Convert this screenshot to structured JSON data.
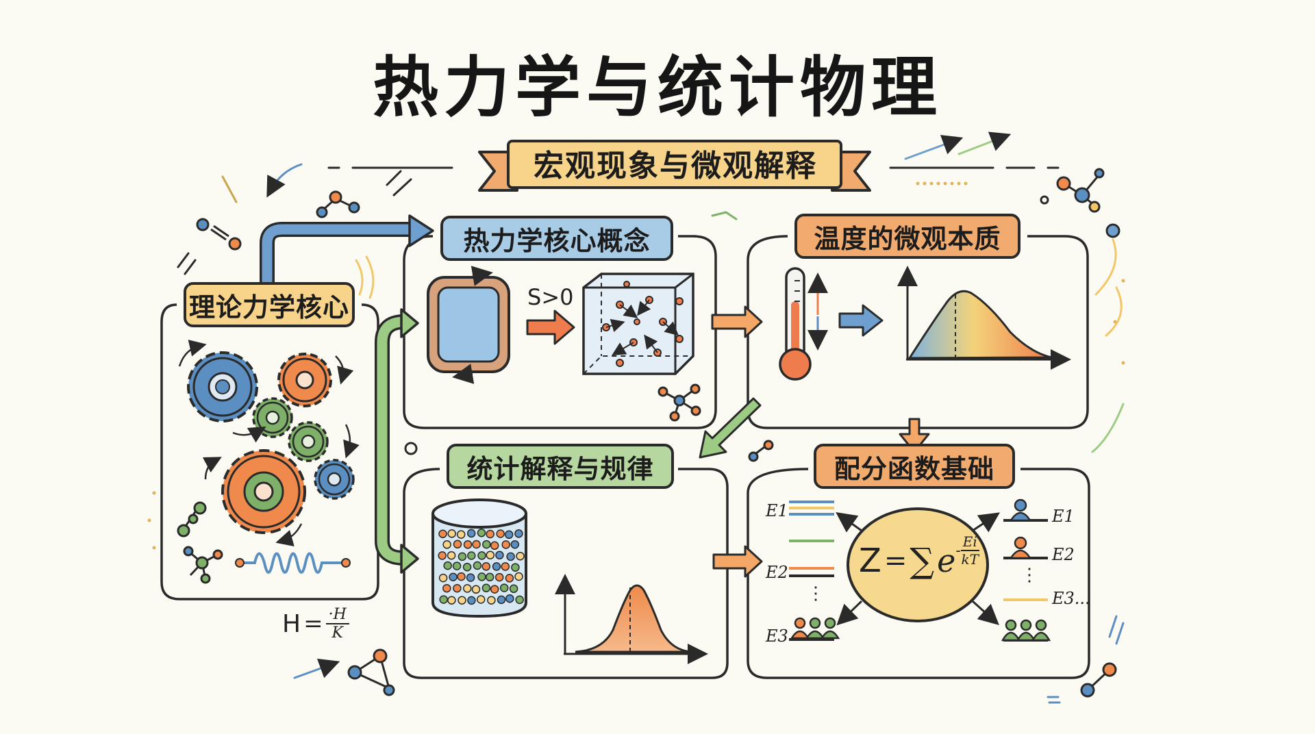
{
  "title": "热力学与统计物理",
  "banner": "宏观现象与微观解释",
  "sections": {
    "theory": "理论力学核心",
    "thermo_concepts": "热力学核心概念",
    "temperature": "温度的微观本质",
    "statistics": "统计解释与规律",
    "partition": "配分函数基础"
  },
  "thermo": {
    "entropy_label": "S>0"
  },
  "theory_formula": {
    "lhs": "H",
    "eq": "=",
    "num": "·H",
    "den": "K"
  },
  "partition_formula": {
    "z": "Z",
    "eq": "=",
    "sum": "∑",
    "e": "e",
    "minus": "-",
    "num": "Ei",
    "den": "kT"
  },
  "energy_levels_left": [
    "E1",
    "E2",
    "⋮",
    "E3"
  ],
  "energy_levels_right": [
    "E1",
    "E2",
    "⋮",
    "E3..."
  ],
  "colors": {
    "blue": "#5b8fc2",
    "orange": "#ef8a4c",
    "green": "#7fb069",
    "yellow": "#f7d48a",
    "ink": "#2a2a2a"
  }
}
